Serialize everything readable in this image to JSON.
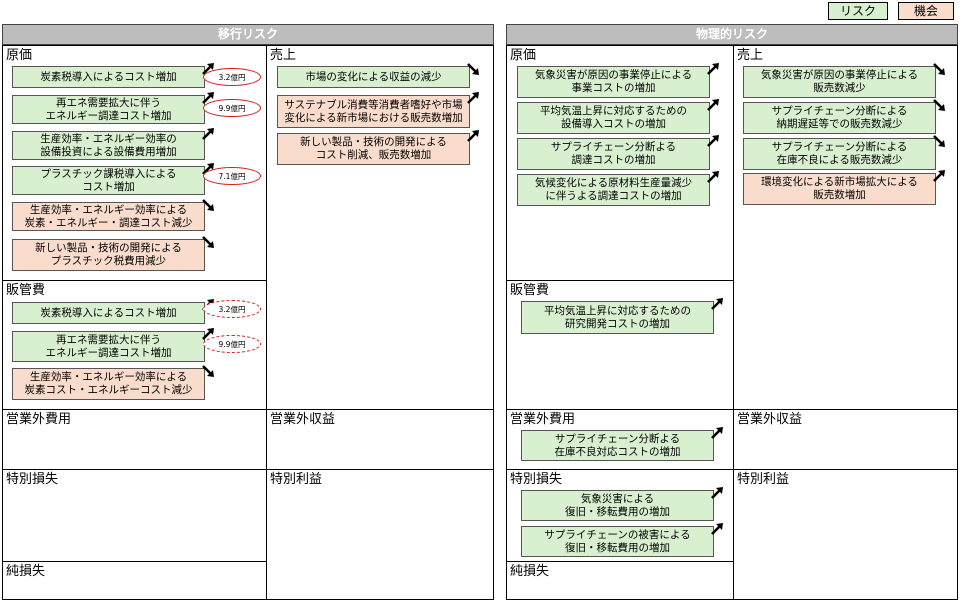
{
  "legend": {
    "risk": "リスク",
    "opportunity": "機会"
  },
  "colors": {
    "risk": "#d9f0d0",
    "opportunity": "#fadccc",
    "highlight": "#d62020",
    "header": "#bdbdbd"
  },
  "transition": {
    "header": "移行リスク",
    "cost": {
      "title": "原価",
      "items": [
        {
          "text": "炭素税導入によるコスト増加",
          "type": "risk",
          "arrow": "up",
          "amount": "3.2億円"
        },
        {
          "text": "再エネ需要拡大に伴う\nエネルギー調達コスト増加",
          "type": "risk",
          "arrow": "up",
          "amount": "9.9億円"
        },
        {
          "text": "生産効率・エネルギー効率の\n設備投資による設備費用増加",
          "type": "risk",
          "arrow": "up"
        },
        {
          "text": "プラスチック課税導入による\nコスト増加",
          "type": "risk",
          "arrow": "up",
          "amount": "7.1億円"
        },
        {
          "text": "生産効率・エネルギー効率による\n炭素・エネルギー・調達コスト減少",
          "type": "opp",
          "arrow": "down"
        },
        {
          "text": "新しい製品・技術の開発による\nプラスチック税費用減少",
          "type": "opp",
          "arrow": "down"
        }
      ]
    },
    "sales": {
      "title": "売上",
      "items": [
        {
          "text": "市場の変化による収益の減少",
          "type": "risk",
          "arrow": "down"
        },
        {
          "text": "サステナブル消費等消費者嗜好や市場\n変化による新市場における販売数増加",
          "type": "opp",
          "arrow": "up"
        },
        {
          "text": "新しい製品・技術の開発による\nコスト削減、販売数増加",
          "type": "opp",
          "arrow": "up"
        }
      ]
    },
    "sga": {
      "title": "販管費",
      "items": [
        {
          "text": "炭素税導入によるコスト増加",
          "type": "risk",
          "arrow": "up",
          "amount": "3.2億円"
        },
        {
          "text": "再エネ需要拡大に伴う\nエネルギー調達コスト増加",
          "type": "risk",
          "arrow": "up",
          "amount": "9.9億円"
        },
        {
          "text": "生産効率・エネルギー効率による\n炭素コスト・エネルギーコスト減少",
          "type": "opp",
          "arrow": "down"
        }
      ]
    },
    "non_op_expense": {
      "title": "営業外費用"
    },
    "non_op_income": {
      "title": "営業外収益"
    },
    "extraordinary_loss": {
      "title": "特別損失"
    },
    "extraordinary_gain": {
      "title": "特別利益"
    },
    "net_loss": {
      "title": "純損失"
    }
  },
  "physical": {
    "header": "物理的リスク",
    "cost": {
      "title": "原価",
      "items": [
        {
          "text": "気象災害が原因の事業停止による\n事業コストの増加",
          "type": "risk",
          "arrow": "up"
        },
        {
          "text": "平均気温上昇に対応するための\n設備導入コストの増加",
          "type": "risk",
          "arrow": "up"
        },
        {
          "text": "サプライチェーン分断よる\n調達コストの増加",
          "type": "risk",
          "arrow": "up"
        },
        {
          "text": "気候変化による原材料生産量減少\nに伴うよる調達コストの増加",
          "type": "risk",
          "arrow": "up"
        }
      ]
    },
    "sales": {
      "title": "売上",
      "items": [
        {
          "text": "気象災害が原因の事業停止による\n販売数減少",
          "type": "risk",
          "arrow": "down"
        },
        {
          "text": "サプライチェーン分断による\n納期遅延等での販売数減少",
          "type": "risk",
          "arrow": "down"
        },
        {
          "text": "サプライチェーン分断による\n在庫不良による販売数減少",
          "type": "risk",
          "arrow": "down"
        },
        {
          "text": "環境変化による新市場拡大による\n販売数増加",
          "type": "opp",
          "arrow": "up"
        }
      ]
    },
    "sga": {
      "title": "販管費",
      "items": [
        {
          "text": "平均気温上昇に対応するための\n研究開発コストの増加",
          "type": "risk",
          "arrow": "up"
        }
      ]
    },
    "non_op_expense": {
      "title": "営業外費用",
      "items": [
        {
          "text": "サプライチェーン分断よる\n在庫不良対応コストの増加",
          "type": "risk",
          "arrow": "up"
        }
      ]
    },
    "non_op_income": {
      "title": "営業外収益"
    },
    "extraordinary_loss": {
      "title": "特別損失",
      "items": [
        {
          "text": "気象災害による\n復旧・移転費用の増加",
          "type": "risk",
          "arrow": "up"
        },
        {
          "text": "サプライチェーンの被害による\n復旧・移転費用の増加",
          "type": "risk",
          "arrow": "up"
        }
      ]
    },
    "extraordinary_gain": {
      "title": "特別利益"
    },
    "net_loss": {
      "title": "純損失"
    }
  }
}
